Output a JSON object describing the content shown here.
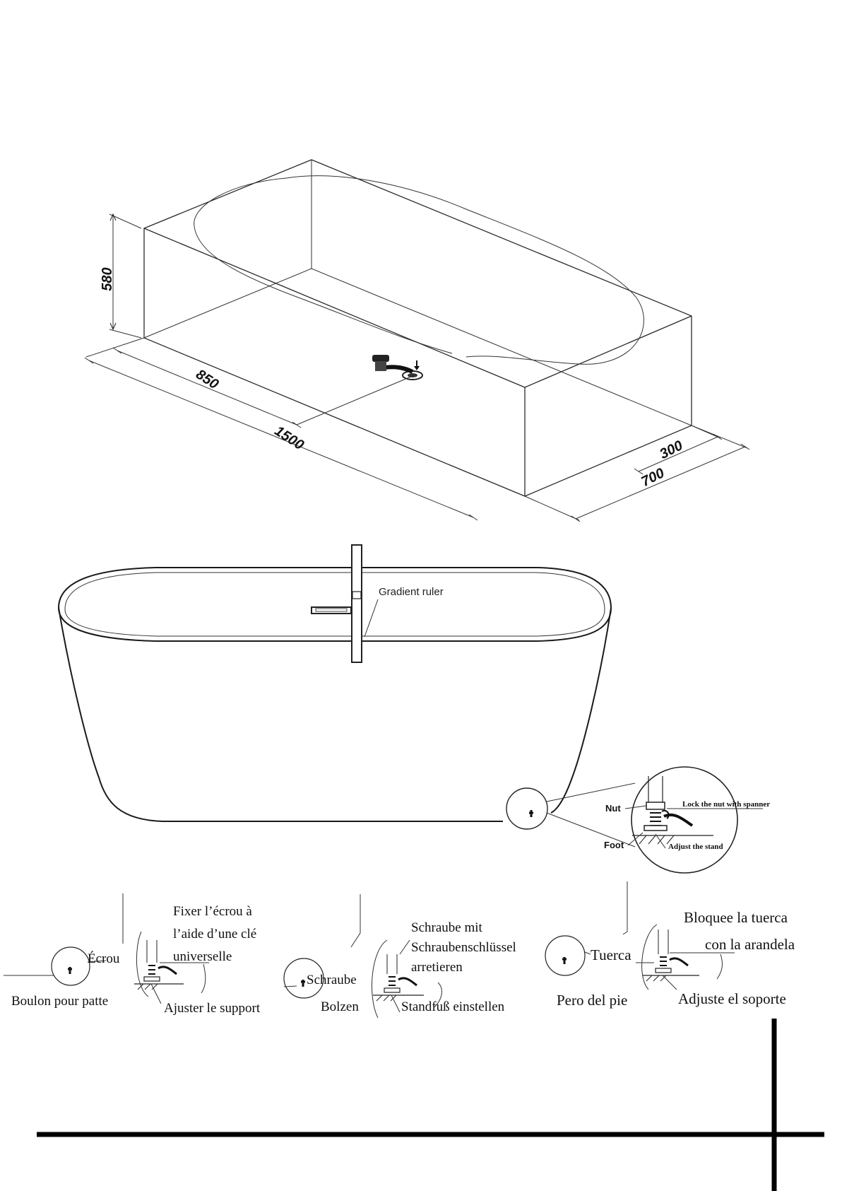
{
  "dimensions": {
    "height": "580",
    "drain_offset": "850",
    "length": "1500",
    "drain_side": "300",
    "width": "700"
  },
  "level_check": {
    "ruler_label": "Gradient ruler"
  },
  "foot_detail_en": {
    "nut": "Nut",
    "foot": "Foot",
    "lock": "Lock the nut with spanner",
    "adjust": "Adjust the stand"
  },
  "foot_detail_fr": {
    "nut": "Écrou",
    "bolt": "Boulon pour patte",
    "lock_line1": "Fixer l’écrou à",
    "lock_line2": "l’aide d’une clé",
    "lock_line3": "universelle",
    "adjust": "Ajuster le support"
  },
  "foot_detail_de": {
    "nut": "Schraube",
    "bolt": "Bolzen",
    "lock_line1": "Schraube mit",
    "lock_line2": "Schraubenschlüssel",
    "lock_line3": "arretieren",
    "adjust": "Standfuß einstellen"
  },
  "foot_detail_es": {
    "nut": "Tuerca",
    "bolt": "Pero del pie",
    "lock_line1": "Bloquee la tuerca",
    "lock_line2": "con la arandela",
    "adjust": "Adjuste el soporte"
  }
}
